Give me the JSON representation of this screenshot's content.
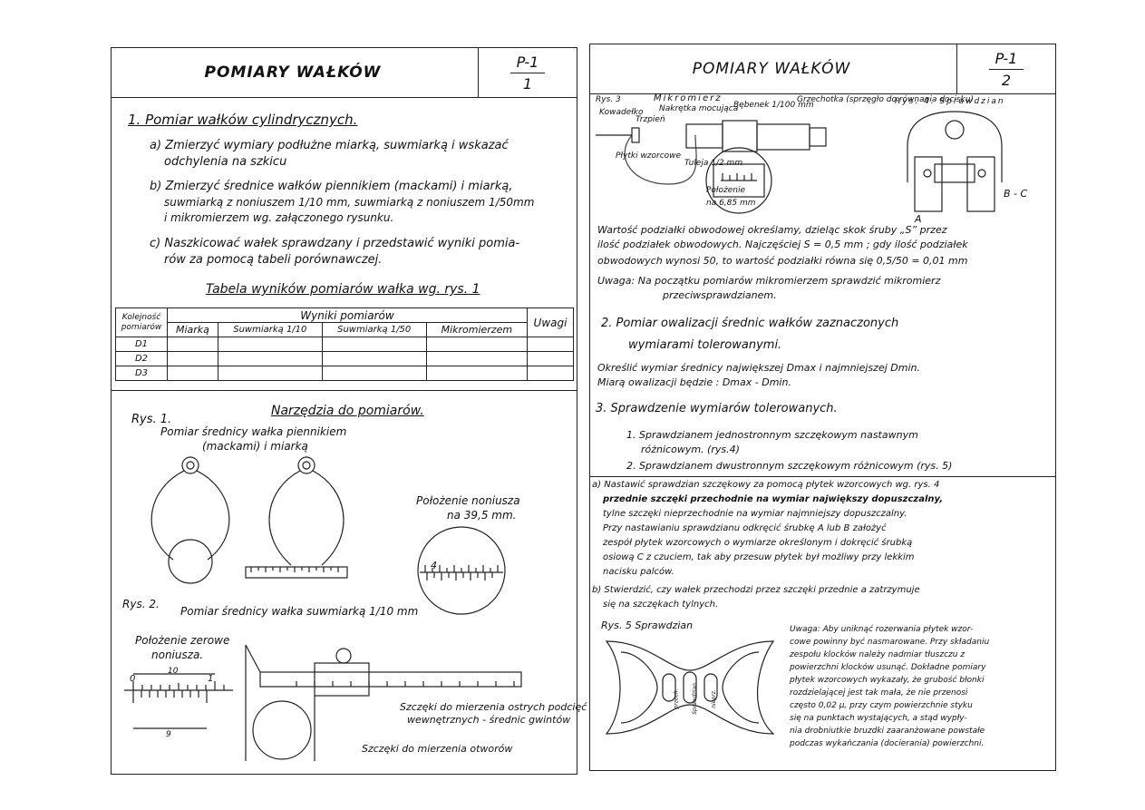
{
  "sheet1": {
    "title": "POMIARY WAŁKÓW",
    "code_top": "P-1",
    "code_bottom": "1",
    "section1": "1. Pomiar wałków cylindrycznych.",
    "item_a_1": "a) Zmierzyć wymiary podłużne miarką, suwmiarką i wskazać",
    "item_a_2": "odchylenia na szkicu",
    "item_b_1": "b) Zmierzyć średnice wałków piennikiem (mackami) i miarką,",
    "item_b_2": "suwmiarką z noniuszem 1/10 mm, suwmiarką z noniuszem 1/50mm",
    "item_b_3": "i mikromierzem wg. załączonego rysunku.",
    "item_c_1": "c) Naszkicować wałek sprawdzany i przedstawić wyniki pomia-",
    "item_c_2": "rów za pomocą tabeli porównawczej.",
    "table_title": "Tabela wyników pomiarów wałka wg. rys. 1",
    "table": {
      "col_index": "Kolejność pomiarów",
      "col_group": "Wyniki pomiarów",
      "col_miarka": "Miarką",
      "col_suw10": "Suwmiarką 1/10",
      "col_suw50": "Suwmiarką 1/50",
      "col_mikro": "Mikromierzem",
      "col_uwagi": "Uwagi",
      "rows": [
        "D1",
        "D2",
        "D3"
      ]
    },
    "tools_title": "Narzędzia do pomiarów.",
    "rys1": "Rys. 1.",
    "rys1_caption_1": "Pomiar średnicy wałka piennikiem",
    "rys1_caption_2": "(mackami) i miarką",
    "nonius_pos_1": "Położenie noniusza",
    "nonius_pos_2": "na 39,5 mm.",
    "nonius_scale_value": "4",
    "rys2": "Rys. 2.",
    "rys2_caption": "Pomiar średnicy wałka suwmiarką 1/10 mm",
    "zero_pos_1": "Położenie zerowe",
    "zero_pos_2": "noniusza.",
    "dim_10": "10",
    "dim_9": "9",
    "tick_0": "0",
    "tick_1": "1",
    "jaws_outer_1": "Szczęki do mierzenia ostrych podcięć",
    "jaws_outer_2": "wewnętrznych - średnic gwintów",
    "jaws_inner": "Szczęki do mierzenia otworów"
  },
  "sheet2": {
    "title": "POMIARY WAŁKÓW",
    "code_top": "P-1",
    "code_bottom": "2",
    "rys3": "Rys. 3",
    "mikromierz": "Mikromierz",
    "lbl_kowadelko": "Kowadełko",
    "lbl_nakretka": "Nakrętka mocująca",
    "lbl_trzpien": "Trzpień",
    "lbl_bebenek": "Bębenek 1/100 mm",
    "lbl_grzechotka": "Grzechotka (sprzęgło do równania docisku)",
    "lbl_pytki": "Płytki wzorcowe",
    "lbl_tuleja": "Tuleja 1/2 mm",
    "pos_1": "Położenie",
    "pos_2": "na 6,85 mm",
    "rys4": "Rys. 4. Sprawdzian",
    "lbl_A": "A",
    "lbl_BC": "B - C",
    "para1_1": "Wartość podziałki obwodowej określamy, dzieląc skok śruby „S” przez",
    "para1_2": "ilość podziałek obwodowych. Najczęściej S = 0,5 mm ; gdy ilość podziałek",
    "para1_3": "obwodowych wynosi 50, to wartość podziałki równa się 0,5/50 = 0,01 mm",
    "uwaga1_1": "Uwaga: Na początku pomiarów mikromierzem sprawdzić mikromierz",
    "uwaga1_2": "przeciwsprawdzianem.",
    "sec2_1": "2. Pomiar owalizacji średnic wałków zaznaczonych",
    "sec2_2": "wymiarami tolerowanymi.",
    "sec2_3": "Określić wymiar średnicy największej Dmax i najmniejszej Dmin.",
    "sec2_4": "Miarą owalizacji będzie : Dmax - Dmin.",
    "sec3": "3. Sprawdzenie wymiarów tolerowanych.",
    "sec3_1_1": "1. Sprawdzianem jednostronnym szczękowym nastawnym",
    "sec3_1_2": "różnicowym. (rys.4)",
    "sec3_2": "2. Sprawdzianem dwustronnym szczękowym różnicowym (rys. 5)",
    "pa_1": "a) Nastawić sprawdzian szczękowy za pomocą płytek wzorcowych wg. rys. 4",
    "pa_2": "przednie szczęki przechodnie na wymiar największy dopuszczalny,",
    "pa_3": "tylne szczęki nieprzechodnie na wymiar najmniejszy dopuszczalny.",
    "pa_4": "Przy nastawianiu sprawdzianu odkręcić śrubkę A lub B założyć",
    "pa_5": "zespół płytek wzorcowych o wymiarze określonym i dokręcić śrubką",
    "pa_6": "osiową C z czuciem, tak aby przesuw płytek był możliwy przy lekkim",
    "pa_7": "nacisku palców.",
    "pb_1": "b) Stwierdzić, czy wałek przechodzi przez szczęki przednie a zatrzymuje",
    "pb_2": "się na szczękach tylnych.",
    "rys5": "Rys. 5  Sprawdzian",
    "r5_lbl1": "przech.",
    "r5_lbl2": "Sprawdzian",
    "r5_lbl3": "nieprz.",
    "uwaga2_1": "Uwaga: Aby uniknąć rozerwania płytek wzor-",
    "uwaga2_2": "cowe powinny być nasmarowane. Przy składaniu",
    "uwaga2_3": "zespołu klocków należy nadmiar tłuszczu z",
    "uwaga2_4": "powierzchni klocków usunąć. Dokładne pomiary",
    "uwaga2_5": "płytek wzorcowych wykazały, że grubość błonki",
    "uwaga2_6": "rozdzielającej jest tak mała, że nie przenosi",
    "uwaga2_7": "często 0,02 μ, przy czym powierzchnie styku",
    "uwaga2_8": "się na punktach wystających, a stąd wypły-",
    "uwaga2_9": "nia drobniutkie bruzdki zaaranżowane powstałe",
    "uwaga2_10": "podczas wykańczania (docierania) powierzchni."
  }
}
